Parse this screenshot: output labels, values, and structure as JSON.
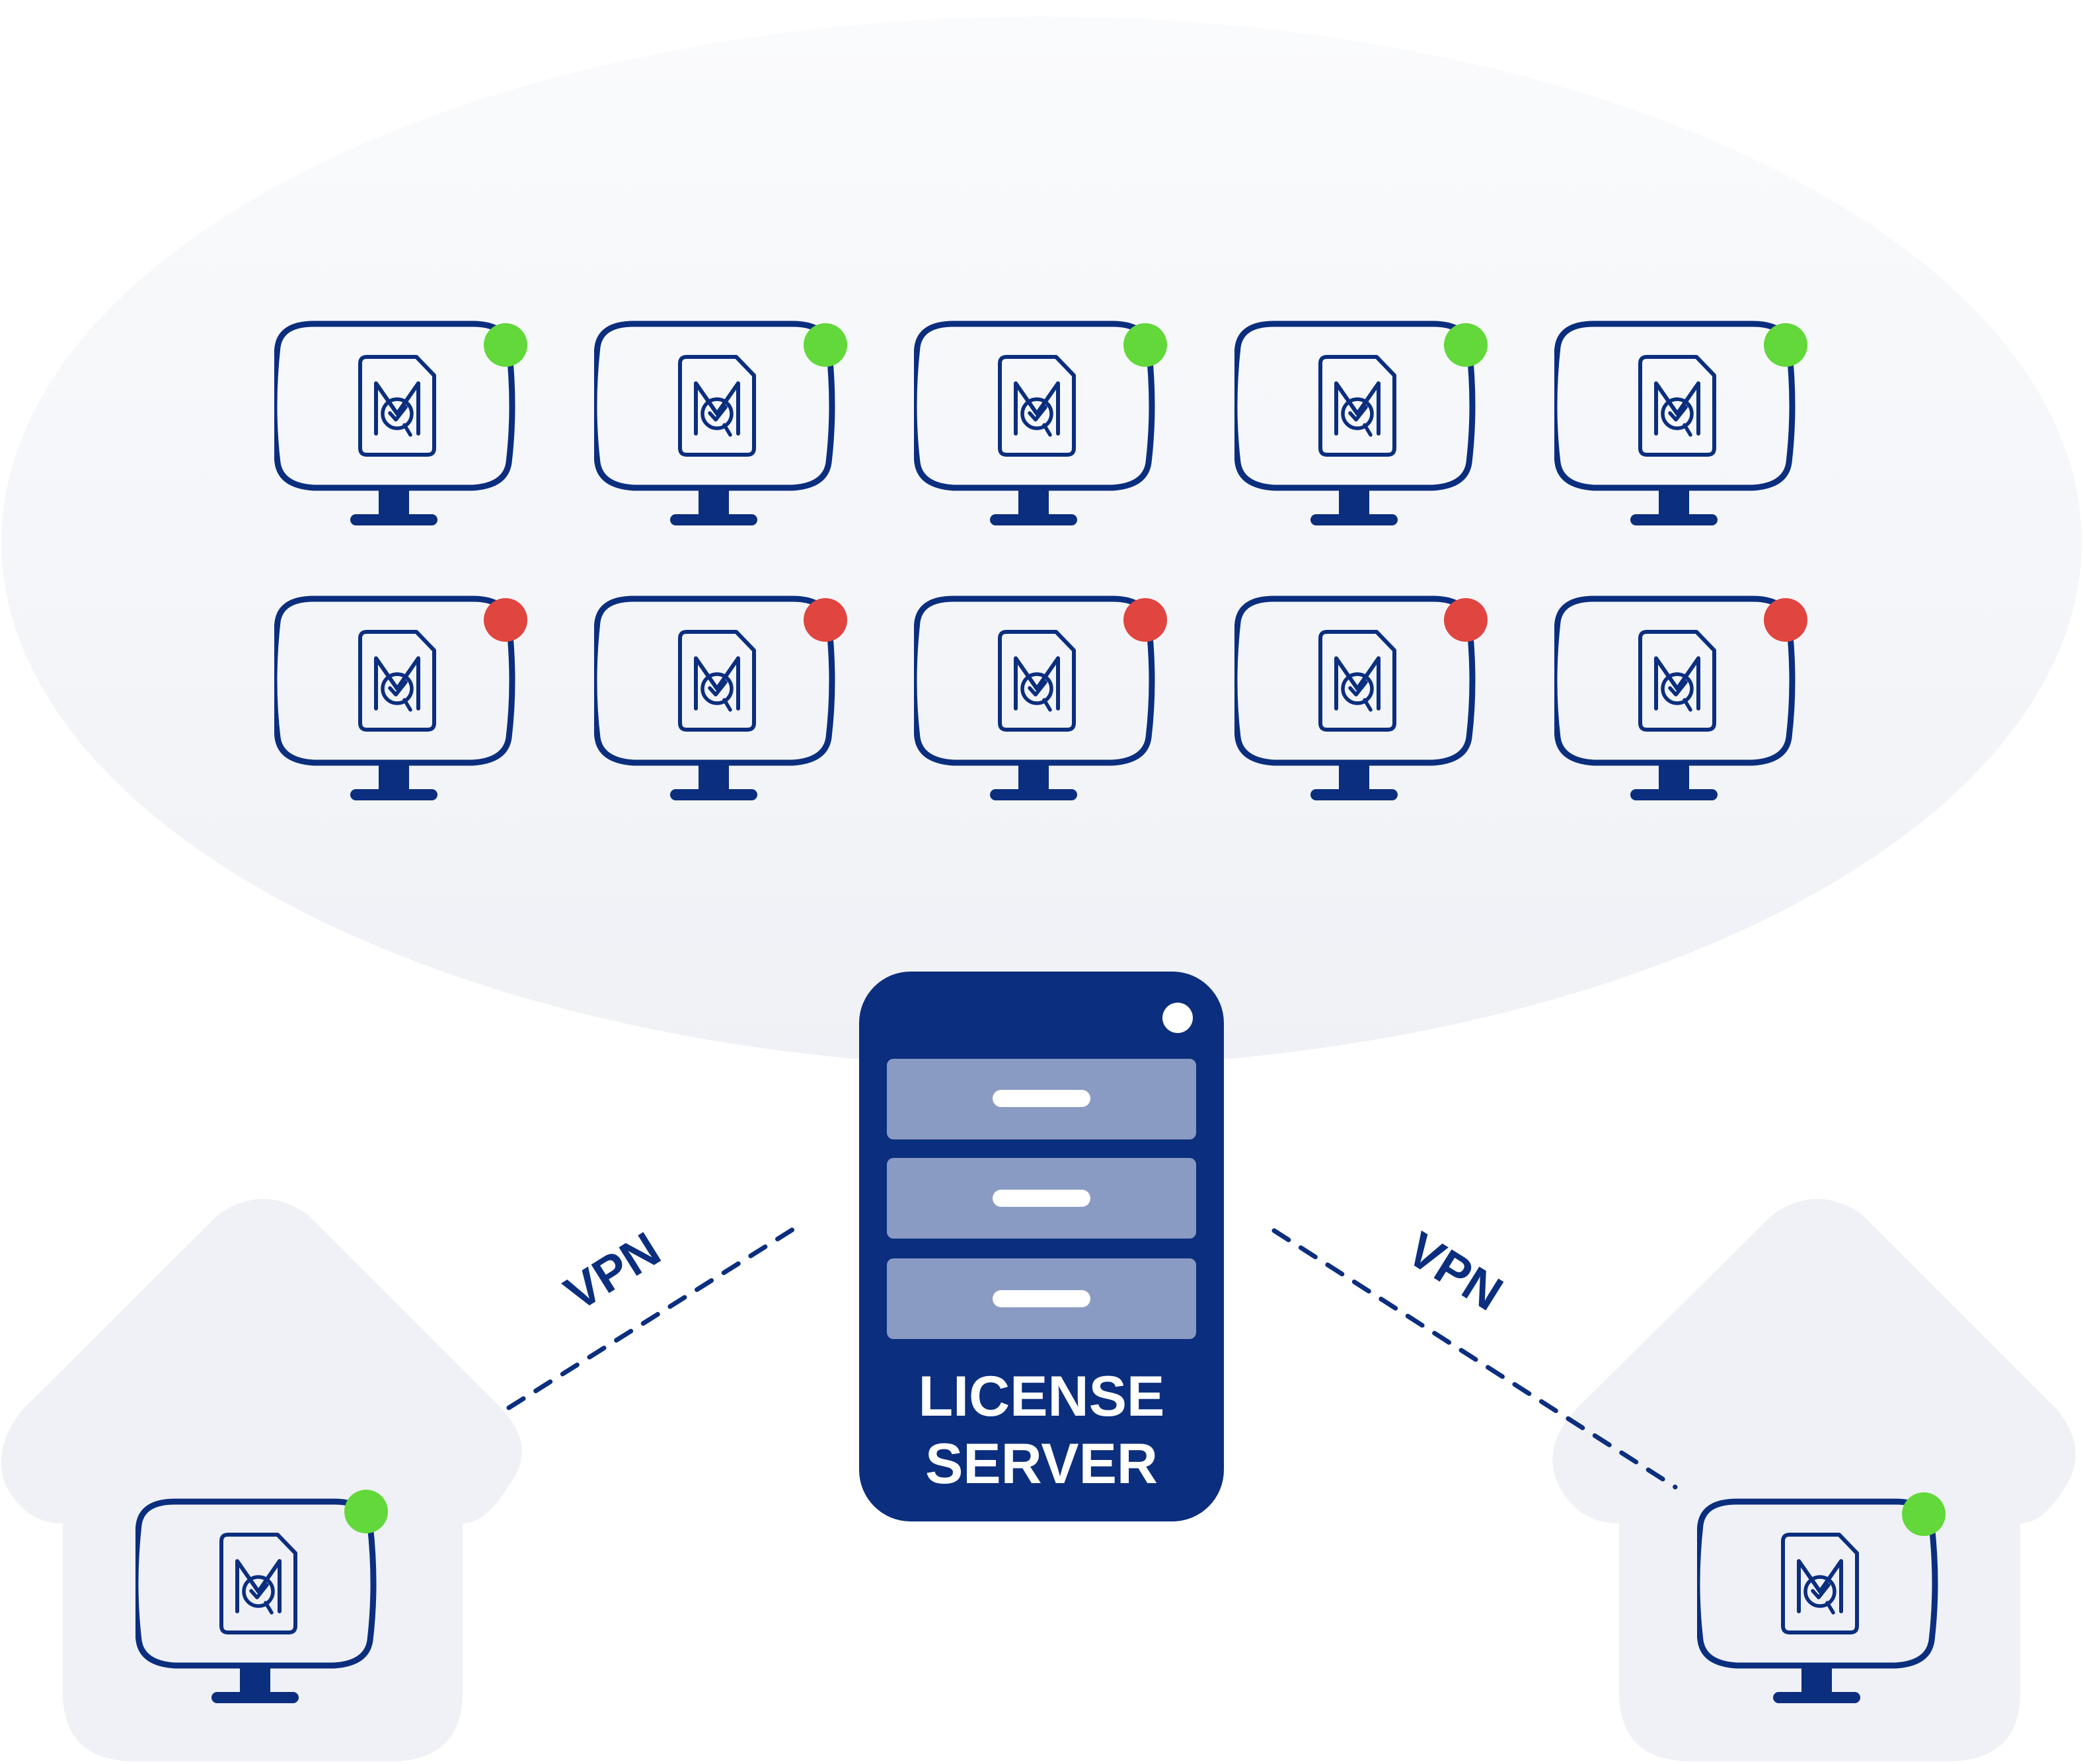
{
  "server": {
    "line1": "LICENSE",
    "line2": "SERVER"
  },
  "vpn_left": "VPN",
  "vpn_right": "VPN",
  "office": {
    "workstation_status": [
      [
        "online",
        "online",
        "online",
        "online",
        "online"
      ],
      [
        "offline",
        "offline",
        "offline",
        "offline",
        "offline"
      ]
    ]
  },
  "remote_left": {
    "status": "online"
  },
  "remote_right": {
    "status": "online"
  },
  "colors": {
    "navy": "#0b2e7e",
    "online": "#62d83a",
    "offline": "#e0453f",
    "office_bg": "#eff1f6",
    "house_bg": "#eff1f6",
    "server_drawer": "#8a9bc3"
  },
  "icons": {
    "workstation": "monitor-icon",
    "app_file": "license-file-icon",
    "server": "server-icon",
    "house": "house-icon"
  }
}
